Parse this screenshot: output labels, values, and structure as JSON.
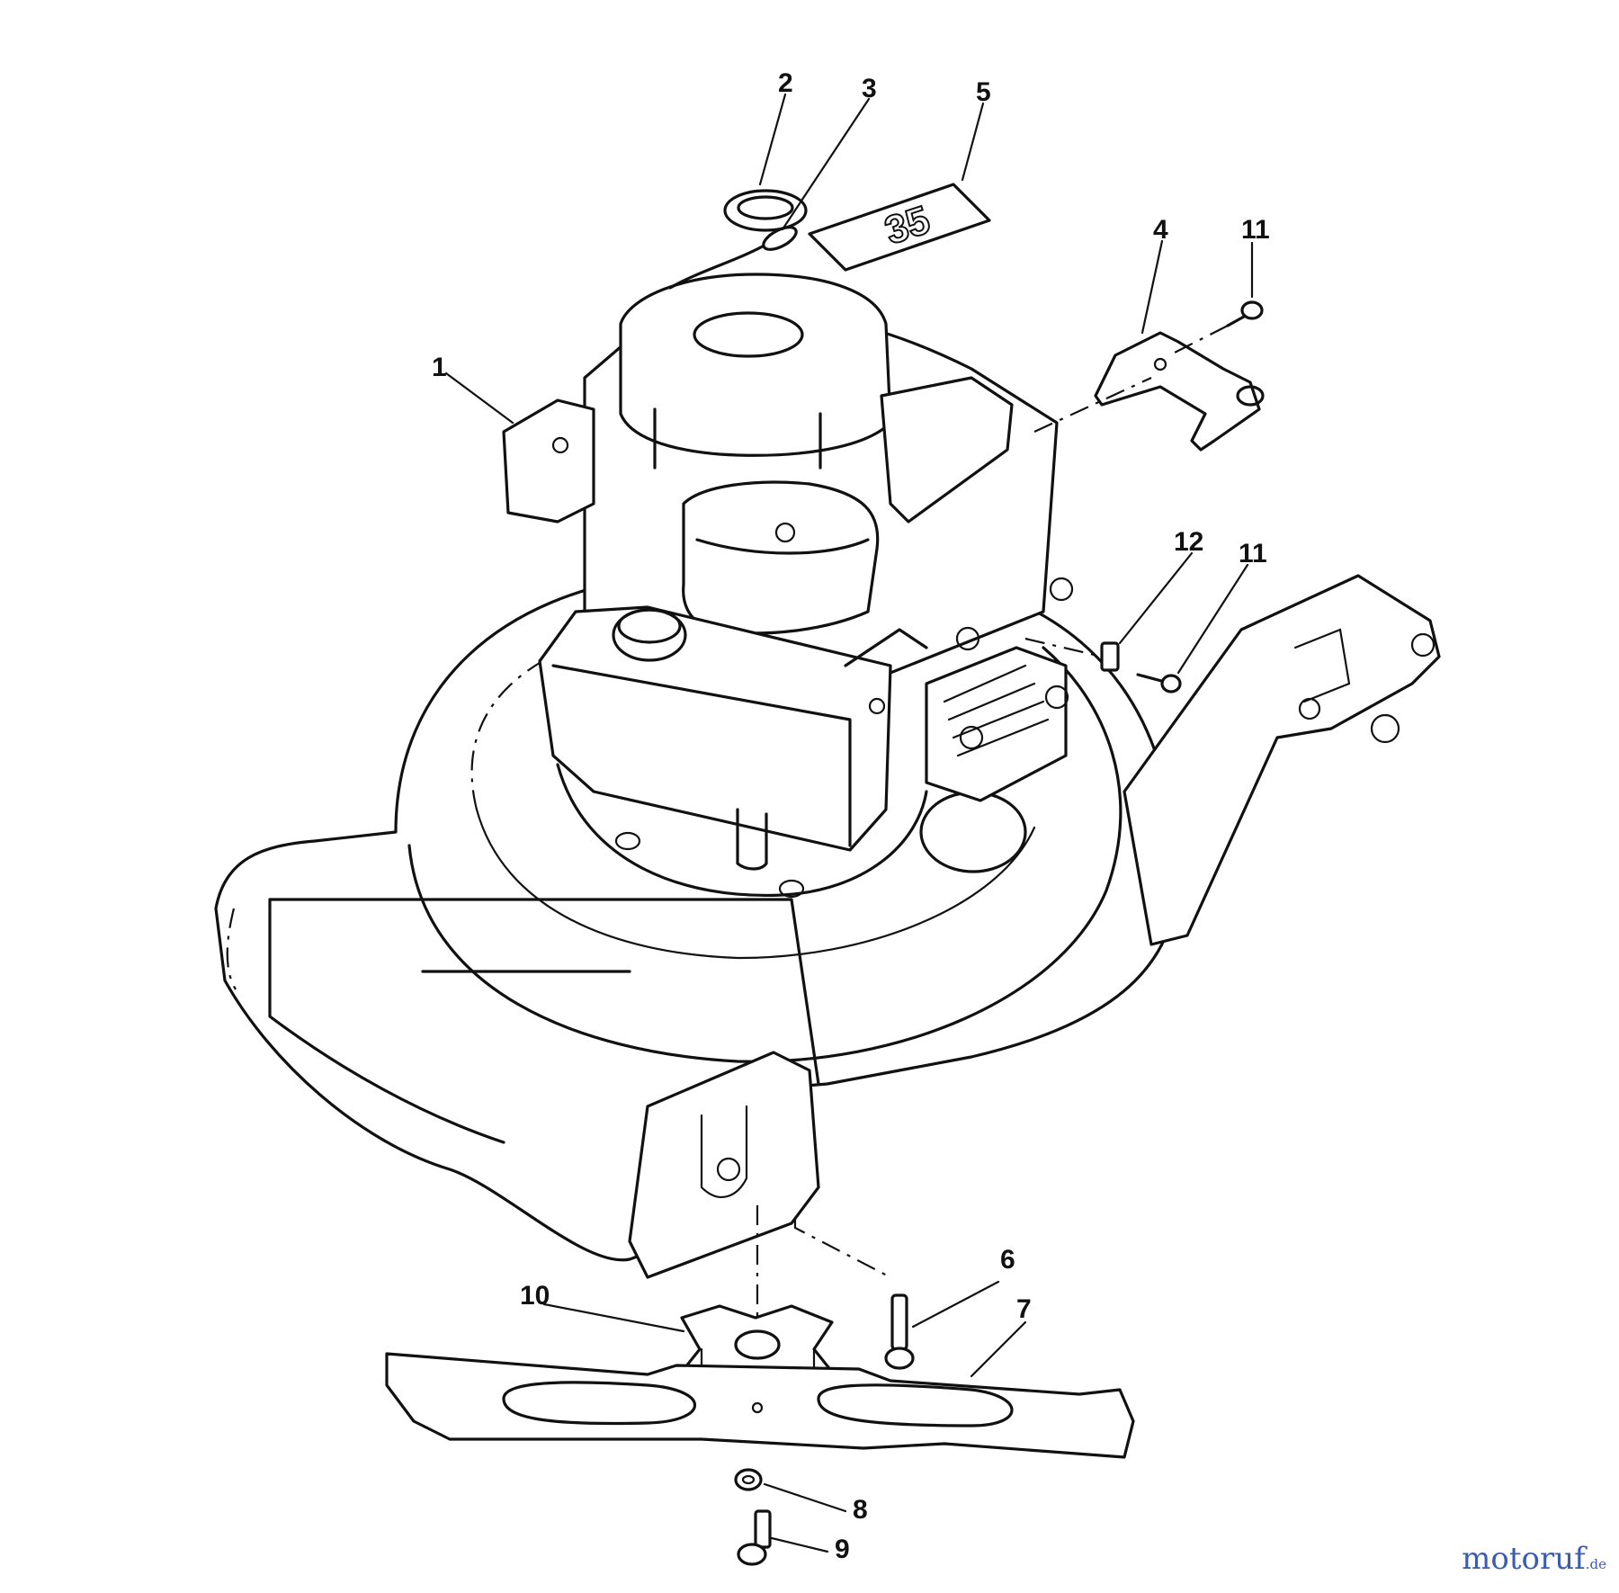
{
  "callouts": [
    {
      "id": "1",
      "text": "1"
    },
    {
      "id": "2",
      "text": "2"
    },
    {
      "id": "3",
      "text": "3"
    },
    {
      "id": "4",
      "text": "4"
    },
    {
      "id": "5",
      "text": "5"
    },
    {
      "id": "6",
      "text": "6"
    },
    {
      "id": "7",
      "text": "7"
    },
    {
      "id": "8",
      "text": "8"
    },
    {
      "id": "9",
      "text": "9"
    },
    {
      "id": "10",
      "text": "10"
    },
    {
      "id": "11a",
      "text": "11"
    },
    {
      "id": "11b",
      "text": "11"
    },
    {
      "id": "12",
      "text": "12"
    }
  ],
  "decal_text": "35",
  "watermark": {
    "brand": "motoruf",
    "suffix": ".de"
  },
  "colors": {
    "line": "#111111",
    "watermark": "#3a5db0"
  }
}
